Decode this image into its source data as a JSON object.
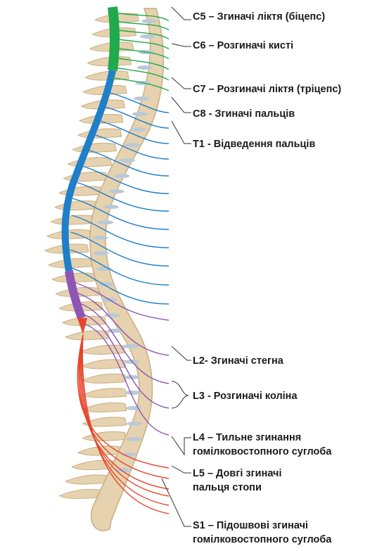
{
  "labels": {
    "c5": "C5 – Згиначі ліктя (біцепс)",
    "c6": "C6 – Розгиначі кисті",
    "c7": "C7 – Розгиначі ліктя (тріцепс)",
    "c8": "C8 - Згиначі пальців",
    "t1": "T1  - Відведення пальців",
    "l2": "L2- Згиначі стегна",
    "l3": "L3 - Розгиначі коліна",
    "l4_line1": "L4 – Тильне згинання",
    "l4_line2": "гомілковостопного суглоба",
    "l5_line1": "L5 – Довгі згиначі",
    "l5_line2": "пальця стопи",
    "s1_line1": "S1 – Підошвові згиначі",
    "s1_line2": "гомілковостопного суглоба"
  },
  "colors": {
    "cervical": "#1faa4b",
    "thoracic": "#1f7fc9",
    "lumbar": "#8e55b5",
    "sacral": "#e8442a",
    "bone": "#e6d2ae",
    "bone_dark": "#c9ae84",
    "disc": "#b9c9d9"
  },
  "nerve_groups": [
    {
      "segment": "cervical",
      "color_key": "cervical",
      "count": 8
    },
    {
      "segment": "thoracic",
      "color_key": "thoracic",
      "count": 12
    },
    {
      "segment": "lumbar",
      "color_key": "lumbar",
      "count": 5
    },
    {
      "segment": "sacral",
      "color_key": "sacral",
      "count": 6
    }
  ]
}
